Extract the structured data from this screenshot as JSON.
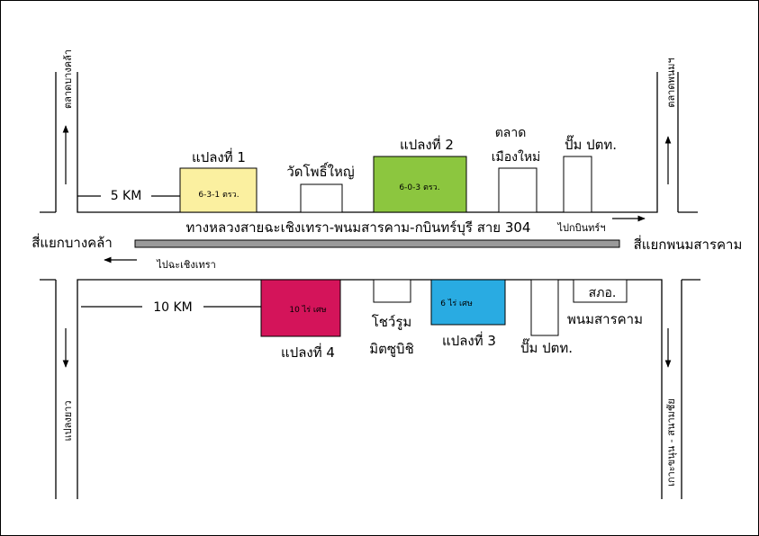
{
  "colors": {
    "road_gray": "#9a9a9a",
    "road_text_gray": "#8c8c8c",
    "blue_text": "#2222cc",
    "plot1": "#fbf0a0",
    "plot2": "#8cc63f",
    "plot3": "#29abe2",
    "plot4": "#d4145a",
    "box_stroke": "#000000"
  },
  "highway": {
    "name": "ทางหลวงสายฉะเชิงเทรา-พนมสารคาม-กบินทร์บุรี สาย 304",
    "to_kabin": "ไปกบินทร์ฯ",
    "to_chachoengsao": "ไปฉะเชิงเทรา"
  },
  "junctions": {
    "left": "สี่แยกบางคล้า",
    "right": "สี่แยกพนมสารคาม"
  },
  "side_roads": {
    "top_left": "ตลาดบางคล้า",
    "top_right": "ตลาดพนมฯ",
    "bottom_left": "แปลงยาว",
    "bottom_right": "เกาะขนุน - สนามชัย"
  },
  "distances": {
    "north": "5 KM",
    "south": "10 KM"
  },
  "plots": {
    "p1": {
      "label": "แปลงที่ 1",
      "area": "6-3-1 ตรว."
    },
    "p2": {
      "label": "แปลงที่ 2",
      "area": "6-0-3 ตรว."
    },
    "p3": {
      "label": "แปลงที่ 3",
      "area": "6 ไร่ เศษ"
    },
    "p4": {
      "label": "แปลงที่ 4",
      "area": "10 ไร่ เศษ"
    }
  },
  "landmarks": {
    "temple": "วัดโพธิ์ใหญ่",
    "market_line1": "ตลาด",
    "market_line2": "เมืองใหม่",
    "gas_north": "ปั๊ม ปตท.",
    "showroom_line1": "โชว์รูม",
    "showroom_line2": "มิตซูบิชิ",
    "gas_south": "ปั๊ม ปตท.",
    "police": "สภอ.",
    "phanom": "พนมสารคาม"
  }
}
